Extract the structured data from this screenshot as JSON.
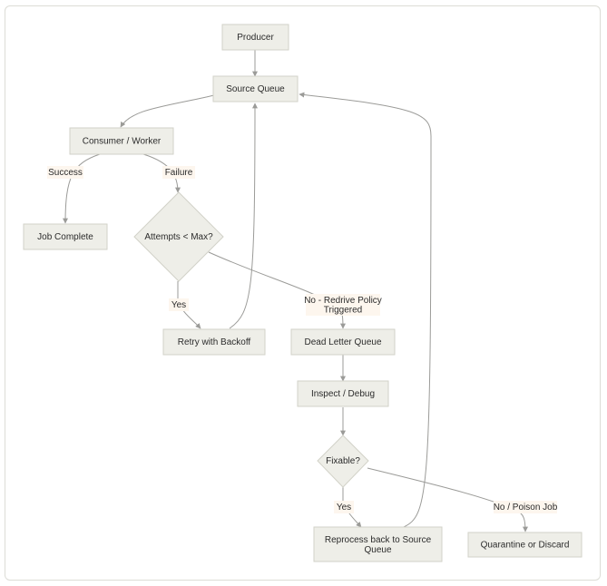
{
  "nodes": {
    "producer": "Producer",
    "source_queue": "Source Queue",
    "consumer": "Consumer / Worker",
    "job_complete": "Job Complete",
    "attempts": "Attempts < Max?",
    "retry": "Retry with Backoff",
    "dlq": "Dead Letter Queue",
    "inspect": "Inspect / Debug",
    "fixable": "Fixable?",
    "reprocess_line1": "Reprocess back to Source",
    "reprocess_line2": "Queue",
    "quarantine": "Quarantine or Discard"
  },
  "edges": {
    "success": "Success",
    "failure": "Failure",
    "yes_retry": "Yes",
    "no_redrive_line1": "No - Redrive Policy",
    "no_redrive_line2": "Triggered",
    "yes_fix": "Yes",
    "no_poison": "No / Poison Job"
  },
  "colors": {
    "node_fill": "#eeeee8",
    "node_border": "#d2d2c8",
    "edge": "#9b9b98",
    "label_bg": "#fdf6ee"
  }
}
